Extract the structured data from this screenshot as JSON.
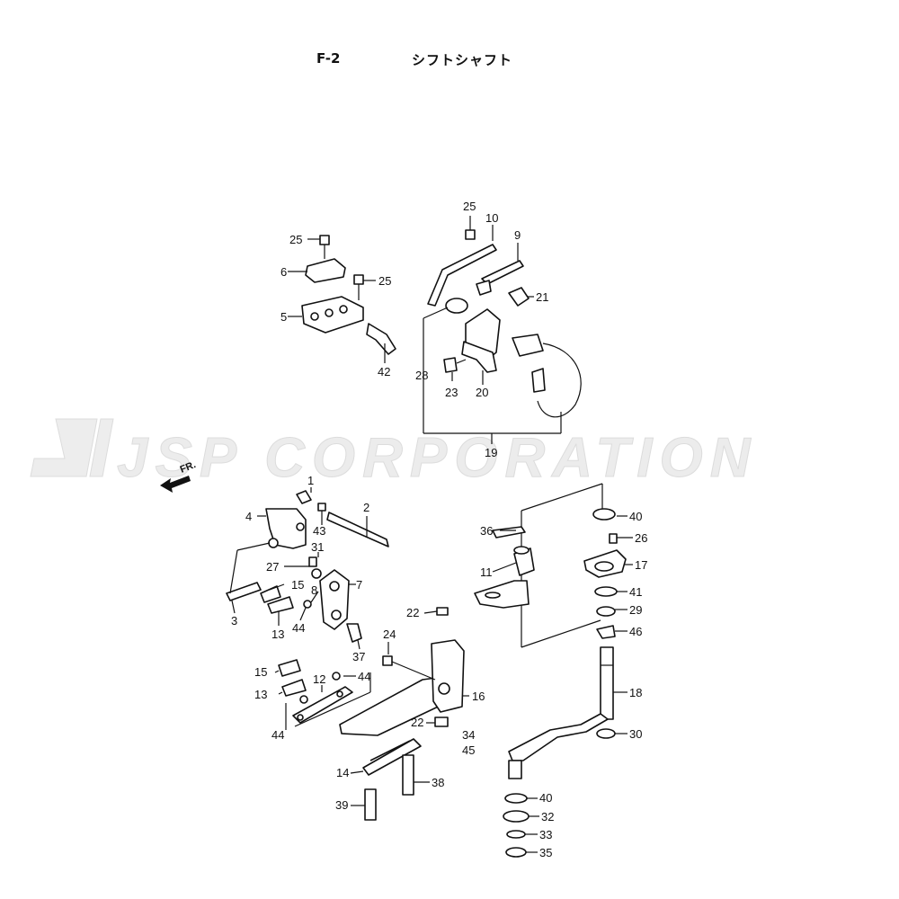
{
  "header": {
    "code": "F-2",
    "title": "シフトシャフト"
  },
  "watermark": "JSP CORPORATION",
  "direction_label": "FR.",
  "callouts": [
    {
      "id": "c25a",
      "num": "25"
    },
    {
      "id": "c6",
      "num": "6"
    },
    {
      "id": "c25b",
      "num": "25"
    },
    {
      "id": "c5",
      "num": "5"
    },
    {
      "id": "c42",
      "num": "42"
    },
    {
      "id": "c25c",
      "num": "25"
    },
    {
      "id": "c10",
      "num": "10"
    },
    {
      "id": "c9",
      "num": "9"
    },
    {
      "id": "c21",
      "num": "21"
    },
    {
      "id": "c28",
      "num": "28"
    },
    {
      "id": "c23",
      "num": "23"
    },
    {
      "id": "c20",
      "num": "20"
    },
    {
      "id": "c19",
      "num": "19"
    },
    {
      "id": "c1",
      "num": "1"
    },
    {
      "id": "c2",
      "num": "2"
    },
    {
      "id": "c4",
      "num": "4"
    },
    {
      "id": "c43",
      "num": "43"
    },
    {
      "id": "c31",
      "num": "31"
    },
    {
      "id": "c27",
      "num": "27"
    },
    {
      "id": "c15a",
      "num": "15"
    },
    {
      "id": "c8",
      "num": "8"
    },
    {
      "id": "c7",
      "num": "7"
    },
    {
      "id": "c3",
      "num": "3"
    },
    {
      "id": "c13a",
      "num": "13"
    },
    {
      "id": "c44a",
      "num": "44"
    },
    {
      "id": "c37",
      "num": "37"
    },
    {
      "id": "c36",
      "num": "36"
    },
    {
      "id": "c11",
      "num": "11"
    },
    {
      "id": "c40a",
      "num": "40"
    },
    {
      "id": "c26",
      "num": "26"
    },
    {
      "id": "c17",
      "num": "17"
    },
    {
      "id": "c41",
      "num": "41"
    },
    {
      "id": "c29",
      "num": "29"
    },
    {
      "id": "c46",
      "num": "46"
    },
    {
      "id": "c22a",
      "num": "22"
    },
    {
      "id": "c24",
      "num": "24"
    },
    {
      "id": "c16",
      "num": "16"
    },
    {
      "id": "c18",
      "num": "18"
    },
    {
      "id": "c15b",
      "num": "15"
    },
    {
      "id": "c12",
      "num": "12"
    },
    {
      "id": "c44b",
      "num": "44"
    },
    {
      "id": "c13b",
      "num": "13"
    },
    {
      "id": "c44c",
      "num": "44"
    },
    {
      "id": "c22b",
      "num": "22"
    },
    {
      "id": "c34",
      "num": "34"
    },
    {
      "id": "c45",
      "num": "45"
    },
    {
      "id": "c30",
      "num": "30"
    },
    {
      "id": "c14",
      "num": "14"
    },
    {
      "id": "c38",
      "num": "38"
    },
    {
      "id": "c39",
      "num": "39"
    },
    {
      "id": "c40b",
      "num": "40"
    },
    {
      "id": "c32",
      "num": "32"
    },
    {
      "id": "c33",
      "num": "33"
    },
    {
      "id": "c35",
      "num": "35"
    }
  ]
}
